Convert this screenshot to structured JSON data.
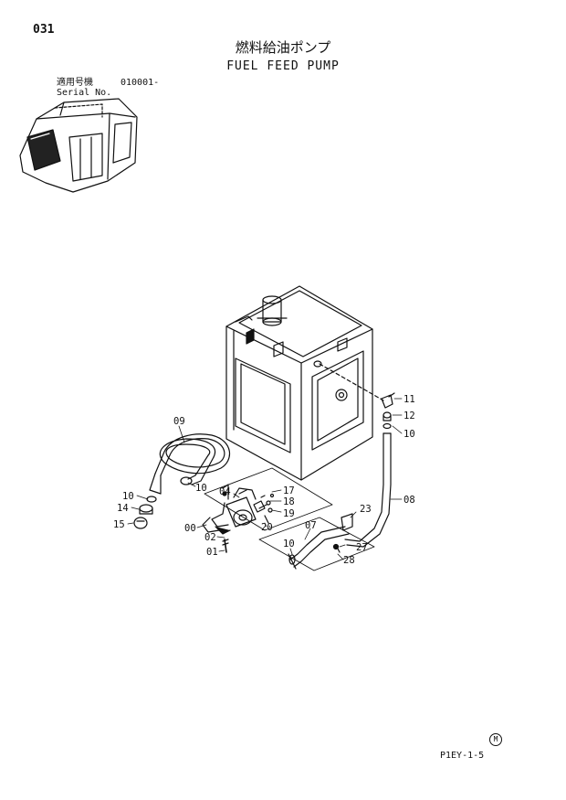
{
  "header": {
    "page_number": "031",
    "title_jp": "燃料給油ポンプ",
    "title_en": "FUEL FEED PUMP",
    "serial_label_jp": "適用号機",
    "serial_value": "010001-",
    "serial_label_en": "Serial No."
  },
  "footer": {
    "reference": "P1EY-1-5",
    "marker": "M"
  },
  "callouts": [
    "11",
    "12",
    "10",
    "09",
    "10",
    "10",
    "14",
    "15",
    "04",
    "17",
    "18",
    "19",
    "00",
    "20",
    "02",
    "01",
    "23",
    "08",
    "07",
    "10",
    "27",
    "28"
  ]
}
